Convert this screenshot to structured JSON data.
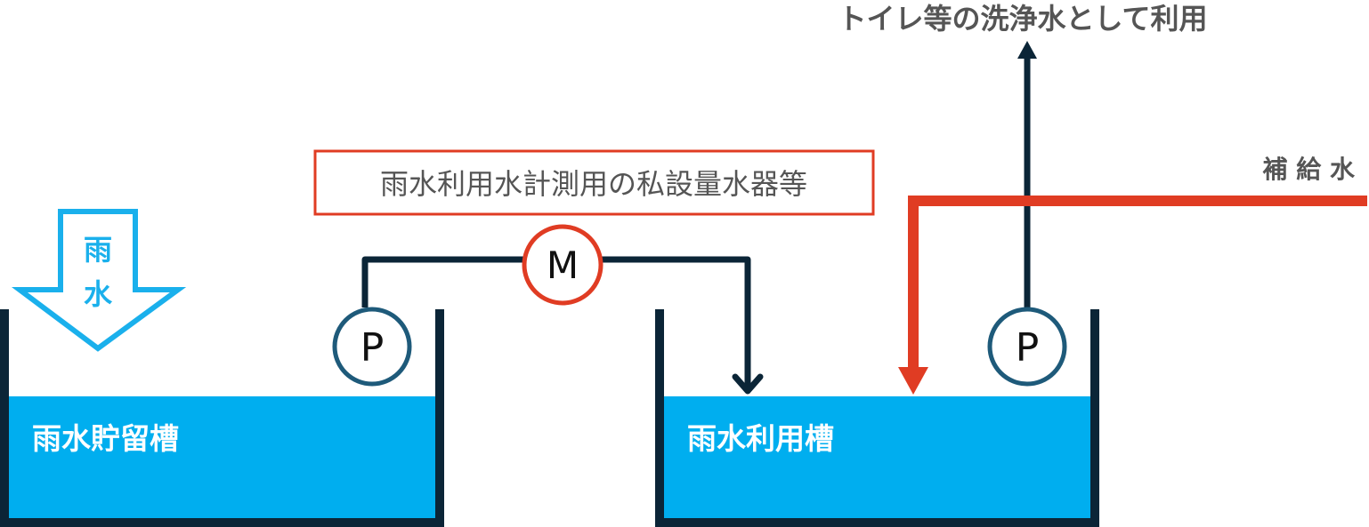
{
  "labels": {
    "usage": "トイレ等の洗浄水として利用",
    "supply": "補 給 水",
    "meter_caption": "雨水利用水計測用の私設量水器等",
    "rain_arrow": [
      "雨",
      "水"
    ],
    "storage_tank": "雨水貯留槽",
    "use_tank": "雨水利用槽",
    "meter_symbol": "M",
    "pump_left_symbol": "P",
    "pump_right_symbol": "P"
  },
  "colors": {
    "water": "#00aeef",
    "pipe_dark": "#0b2537",
    "supply_red": "#e03c23",
    "pump_ring": "#1e5a7a",
    "rain_arrow": "#1ab0ec",
    "text_gray": "#555555",
    "white": "#ffffff"
  }
}
